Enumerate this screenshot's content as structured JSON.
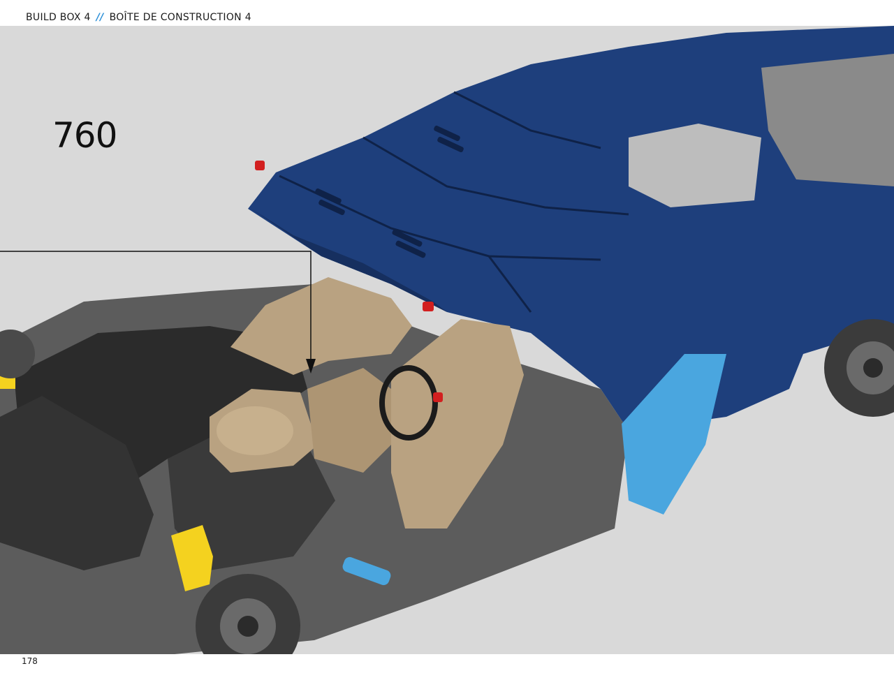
{
  "header": {
    "left_label": "BUILD BOX 4",
    "separator": "//",
    "right_label": "BOÎTE DE CONSTRUCTION 4",
    "accent_color": "#2a8fd8"
  },
  "step": {
    "number": "760"
  },
  "footer": {
    "page_number": "178"
  },
  "colors": {
    "panel_bg": "#d9d9d9",
    "body_blue": "#1e3f7c",
    "tan": "#b9a281",
    "light_blue": "#4aa6df",
    "dark_grey": "#2b2b2b"
  }
}
